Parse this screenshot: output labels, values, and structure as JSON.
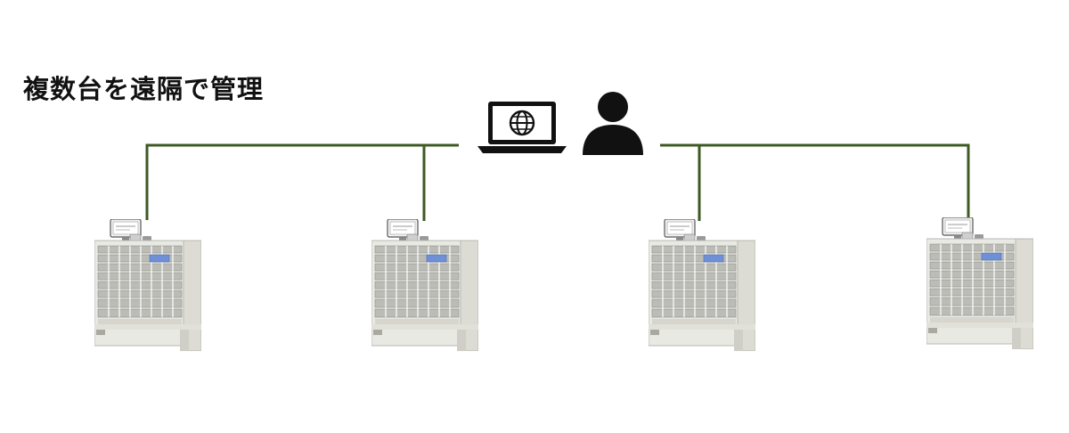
{
  "title": "複数台を遠隔で管理",
  "colors": {
    "link_line": "#3d5a24",
    "cabinet_body": "#e9e9e4",
    "drawer": "#bcbcb6",
    "display_panel": "#6f8fd6",
    "icon_dark": "#111111"
  },
  "icons": {
    "laptop": "laptop-globe-icon",
    "user": "user-icon",
    "cabinet": "storage-cabinet"
  },
  "nodes": {
    "cabinets": [
      {
        "id": "cabinet-1"
      },
      {
        "id": "cabinet-2"
      },
      {
        "id": "cabinet-3"
      },
      {
        "id": "cabinet-4"
      }
    ],
    "admin": [
      "laptop",
      "user"
    ]
  }
}
